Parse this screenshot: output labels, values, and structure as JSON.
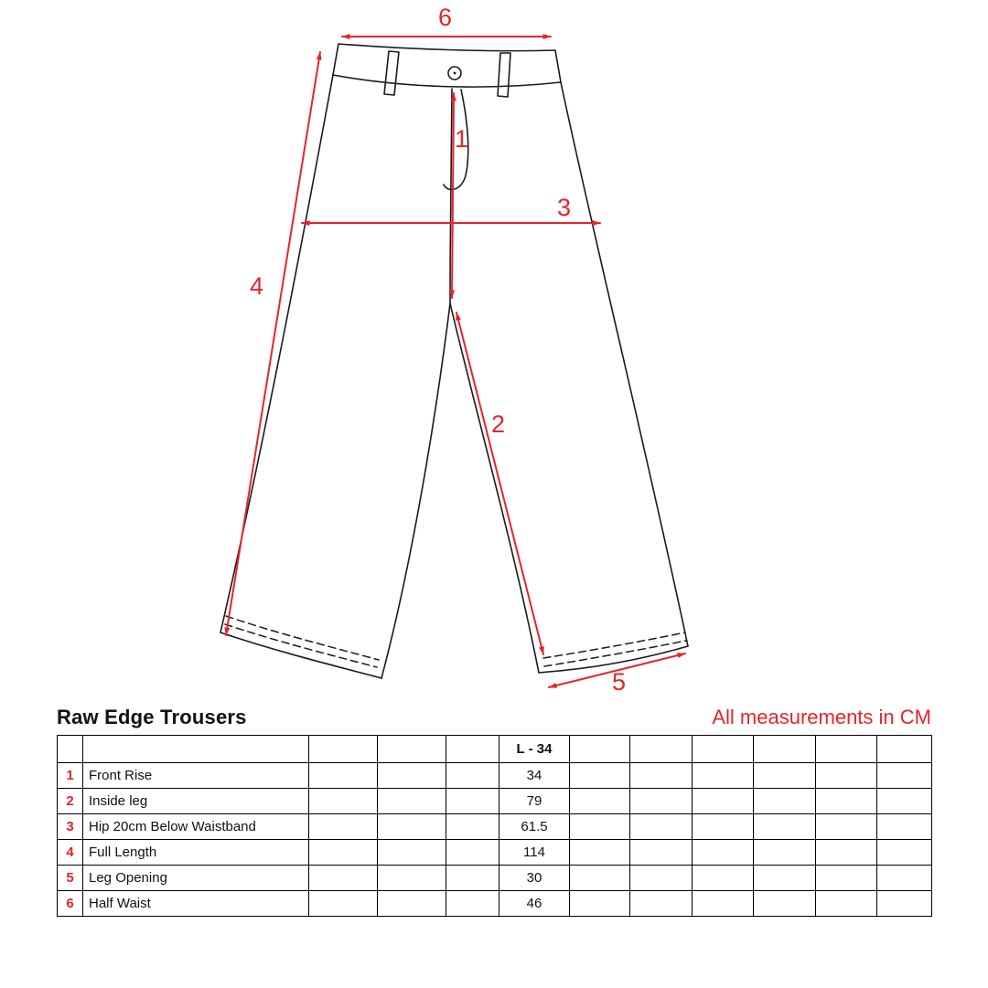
{
  "accent_color": "#e8232a",
  "title": "Raw Edge Trousers",
  "note": "All measurements in CM",
  "diagram": {
    "labels": [
      "1",
      "2",
      "3",
      "4",
      "5",
      "6"
    ]
  },
  "table": {
    "size_header": "L - 34",
    "rows": [
      {
        "num": "1",
        "label": "Front Rise",
        "value": "34"
      },
      {
        "num": "2",
        "label": "Inside leg",
        "value": "79"
      },
      {
        "num": "3",
        "label": "Hip 20cm Below Waistband",
        "value": "61.5"
      },
      {
        "num": "4",
        "label": "Full Length",
        "value": "114"
      },
      {
        "num": "5",
        "label": "Leg Opening",
        "value": "30"
      },
      {
        "num": "6",
        "label": "Half Waist",
        "value": "46"
      }
    ]
  }
}
